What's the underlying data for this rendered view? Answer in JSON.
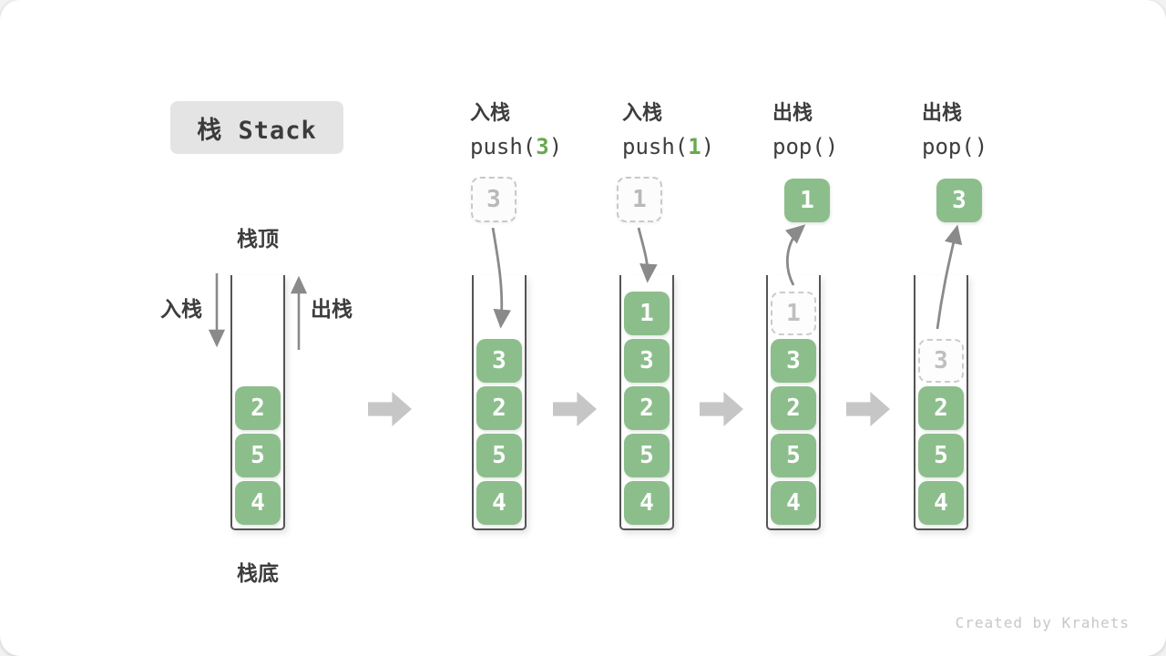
{
  "title": "栈 Stack",
  "labels": {
    "stack_top": "栈顶",
    "stack_bottom": "栈底",
    "push_side": "入栈",
    "pop_side": "出栈"
  },
  "operations": [
    {
      "name": "入栈",
      "code_pre": "push(",
      "code_arg": "3",
      "code_post": ")"
    },
    {
      "name": "入栈",
      "code_pre": "push(",
      "code_arg": "1",
      "code_post": ")"
    },
    {
      "name": "出栈",
      "code_pre": "pop(",
      "code_arg": "",
      "code_post": ")"
    },
    {
      "name": "出栈",
      "code_pre": "pop(",
      "code_arg": "",
      "code_post": ")"
    }
  ],
  "stacks": [
    {
      "items": [
        "2",
        "5",
        "4"
      ]
    },
    {
      "items": [
        "3",
        "2",
        "5",
        "4"
      ]
    },
    {
      "items": [
        "1",
        "3",
        "2",
        "5",
        "4"
      ]
    },
    {
      "items": [
        "3",
        "2",
        "5",
        "4"
      ],
      "ghost": "1"
    },
    {
      "items": [
        "2",
        "5",
        "4"
      ],
      "ghost": "3"
    }
  ],
  "floating_values": {
    "push_3": "3",
    "push_1": "1",
    "pop_1": "1",
    "pop_3": "3"
  },
  "watermark": "Created by Krahets",
  "colors": {
    "box_green": "#8cbe8c",
    "code_arg_green": "#69a850",
    "title_bg": "#e4e4e4",
    "arrow_gray": "#8a8a8a",
    "block_arrow_gray": "#c6c6c6"
  }
}
